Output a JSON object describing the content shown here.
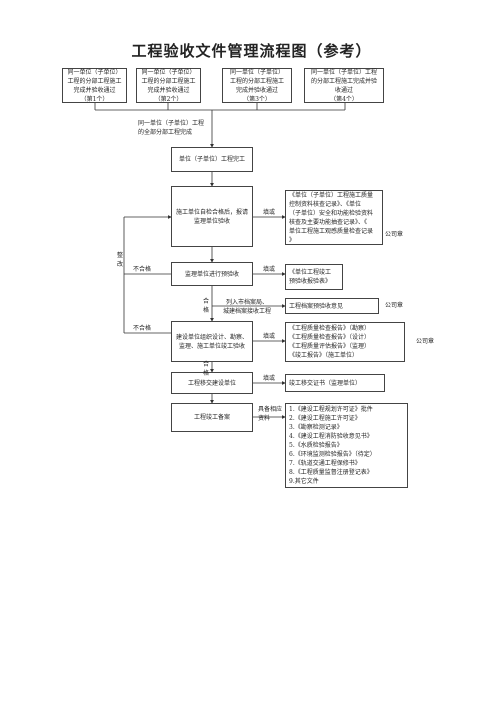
{
  "title": "工程验收文件管理流程图（参考）",
  "top_boxes": [
    {
      "lines": [
        "同一单位（子单位）",
        "工程的分部工程施工",
        "完成并验收通过",
        "（第1个）"
      ]
    },
    {
      "lines": [
        "同一单位（子单位）",
        "工程的分部工程施工",
        "完成并验收通过",
        "（第2个）"
      ]
    },
    {
      "lines": [
        "同一单位（子单位）",
        "工程的分部工程施工",
        "完成并验收通过",
        "（第3个）"
      ]
    },
    {
      "lines": [
        "同一单位（子单位）工程",
        "的分部工程施工完成并验",
        "收通过",
        "（第4个）"
      ]
    }
  ],
  "merge_label": [
    "同一单位（子单位）工程",
    "的全部分部工程完成"
  ],
  "steps": {
    "completed": "单位（子单位）工程完工",
    "self_check": [
      "施工单位自检合格后，报请",
      "监理单位验收"
    ],
    "pre_accept": "监理单位进行预验收",
    "final_accept": [
      "建设单位组织设计、勘察、",
      "监理、施工单位竣工验收"
    ],
    "handover": "工程移交建设单位",
    "filing": "工程竣工备案"
  },
  "labels": {
    "fill_in": "填或",
    "rectify": [
      "整",
      "改"
    ],
    "fail_1": "不合格",
    "fail_2": "不合格",
    "pass_1": [
      "合",
      "格"
    ],
    "pass_2": [
      "合",
      "格"
    ],
    "archive_note": [
      "列入市档案局、",
      "城建档案接收工程"
    ],
    "prepare_docs": [
      "具备相应",
      "资料"
    ],
    "seal_1": "公司章",
    "seal_2": "公司章",
    "seal_3": "公司章"
  },
  "docs": {
    "quality_records": [
      "《单位（子单位）工程施工质量",
      "控制资料核查记录》、《单位",
      "（子单位）安全和功能检验资料",
      "核查及主要功能抽查记录》、《",
      "单位工程施工观感质量检查记录",
      "》"
    ],
    "pre_accept_form": [
      "《单位工程竣工",
      "预验收报验表》"
    ],
    "archive_opinion": "工程档案预验收意见",
    "reports": [
      "《工程质量检查报告》（勘察）",
      "《工程质量检查报告》（设计）",
      "《工程质量评估报告》（监理）",
      "《竣工报告》（施工单位）"
    ],
    "handover_cert": "竣工移交证书（监理单位）",
    "filing_list": [
      "1.《建设工程规划许可证》批件",
      "2.《建设工程施工许可证》",
      "3.《勘察检测记录》",
      "4.《建设工程消防验收意见书》",
      "5.《水质检验报告》",
      "6.《环境监测检验报告》（待定）",
      "7.《轨道交通工程保修书》",
      "8.《工程质量监督注册登记表》",
      "9.其它文件"
    ]
  }
}
